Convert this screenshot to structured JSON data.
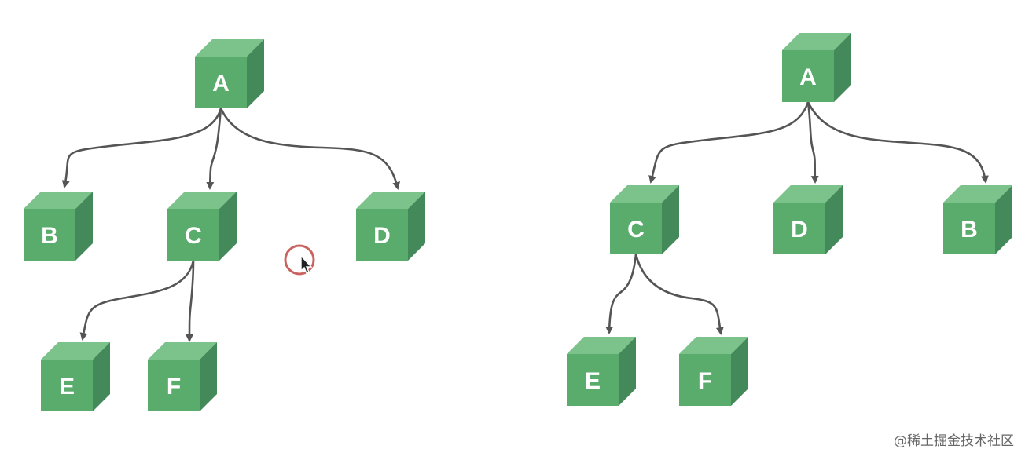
{
  "diagrams": [
    {
      "root": "A",
      "nodes": [
        "A",
        "B",
        "C",
        "D",
        "E",
        "F"
      ],
      "edges": [
        [
          "A",
          "B"
        ],
        [
          "A",
          "C"
        ],
        [
          "A",
          "D"
        ],
        [
          "C",
          "E"
        ],
        [
          "C",
          "F"
        ]
      ]
    },
    {
      "root": "A",
      "nodes": [
        "A",
        "C",
        "D",
        "B",
        "E",
        "F"
      ],
      "edges": [
        [
          "A",
          "C"
        ],
        [
          "A",
          "D"
        ],
        [
          "A",
          "B"
        ],
        [
          "C",
          "E"
        ],
        [
          "C",
          "F"
        ]
      ]
    }
  ],
  "colors": {
    "cube_front": "#5aac6c",
    "cube_top": "#7cc28b",
    "cube_side": "#43895a",
    "arrow": "#555555",
    "cursor_ring": "#c9635f"
  },
  "icons": {
    "cursor": "mouse-pointer-icon"
  },
  "watermark": "@稀土掘金技术社区"
}
